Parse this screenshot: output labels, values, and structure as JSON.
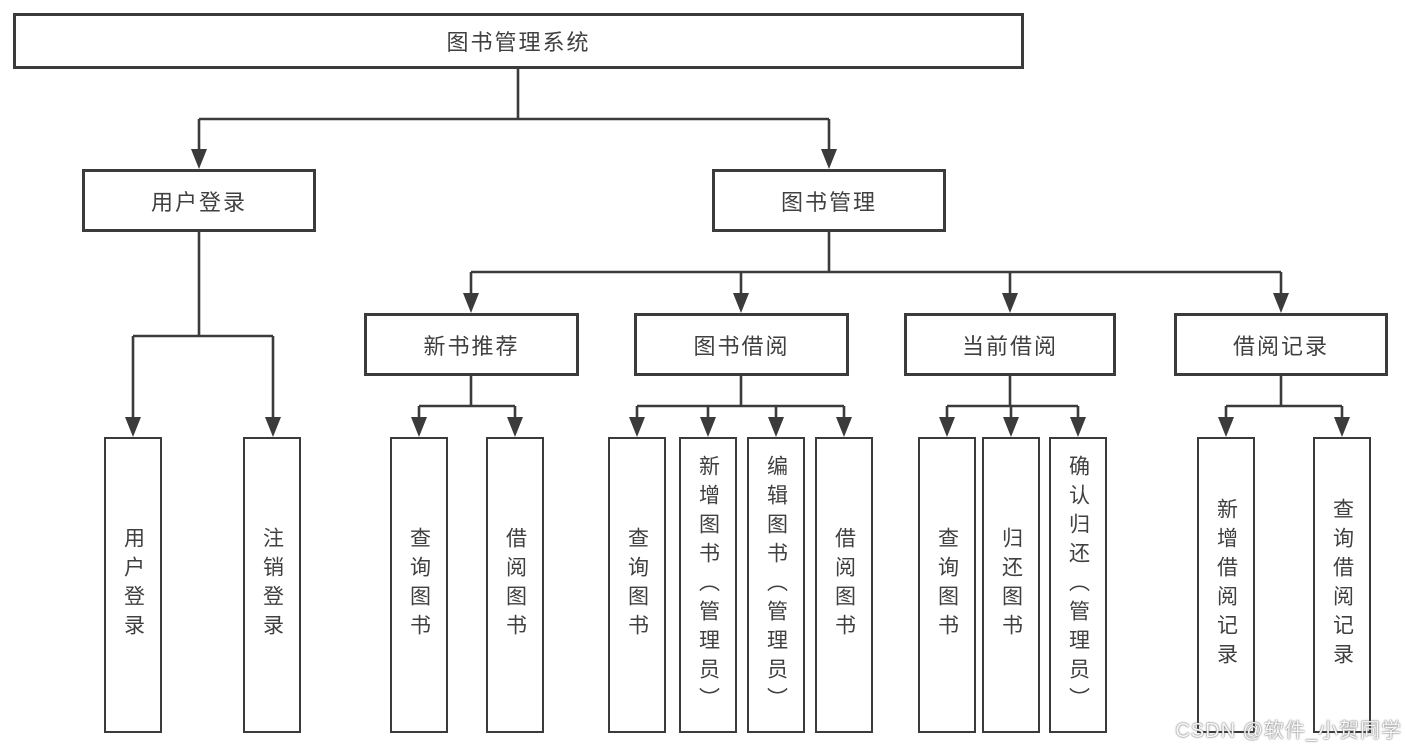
{
  "diagram": {
    "root": {
      "label": "图书管理系统"
    },
    "level1": [
      {
        "label": "用户登录"
      },
      {
        "label": "图书管理"
      }
    ],
    "level2": [
      {
        "label": "新书推荐"
      },
      {
        "label": "图书借阅"
      },
      {
        "label": "当前借阅"
      },
      {
        "label": "借阅记录"
      }
    ],
    "leaves": {
      "user_login": [
        {
          "label": "用户登录"
        },
        {
          "label": "注销登录"
        }
      ],
      "new_book_recommend": [
        {
          "label": "查询图书"
        },
        {
          "label": "借阅图书"
        }
      ],
      "book_borrowing": [
        {
          "label": "查询图书"
        },
        {
          "label": "新增图书（管理员）"
        },
        {
          "label": "编辑图书（管理员）"
        },
        {
          "label": "借阅图书"
        }
      ],
      "current_borrowing": [
        {
          "label": "查询图书"
        },
        {
          "label": "归还图书"
        },
        {
          "label": "确认归还（管理员）"
        }
      ],
      "borrowing_records": [
        {
          "label": "新增借阅记录"
        },
        {
          "label": "查询借阅记录"
        }
      ]
    }
  },
  "watermark": "CSDN @软件_小贺同学",
  "colors": {
    "line": "#3b3b3b",
    "text": "#404040",
    "background": "#ffffff"
  }
}
